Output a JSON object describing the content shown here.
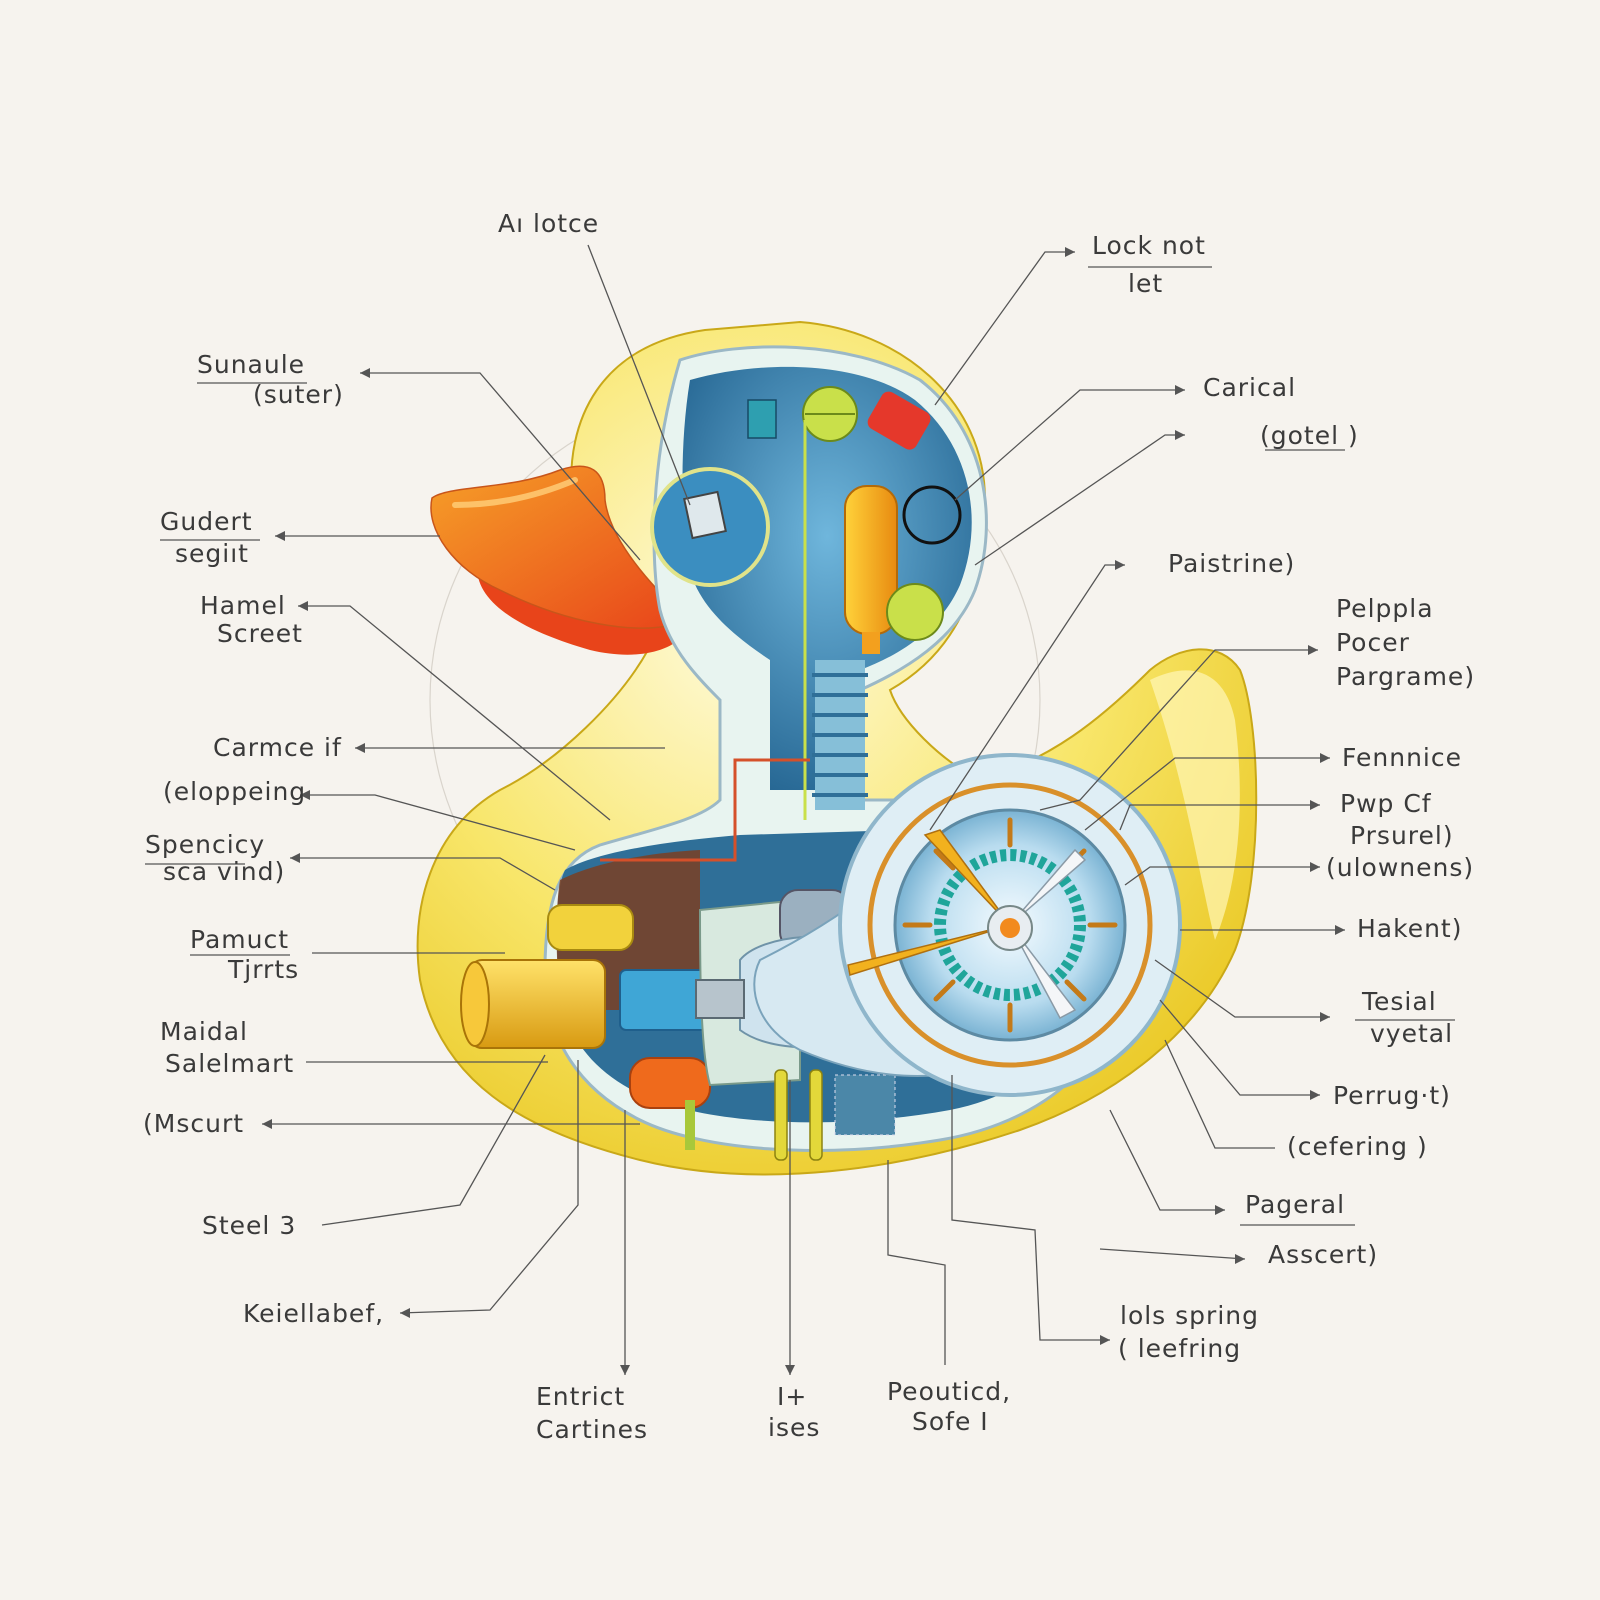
{
  "diagram": {
    "subject": "rubber duck cutaway with internal machinery",
    "colors": {
      "body_yellow": "#f6dc3a",
      "beak_orange": "#f27a16",
      "beak_red": "#e8441a",
      "interior_blue": "#2f7fb0",
      "gauge_orange": "#d9902a",
      "paper": "#f6f3ee",
      "ink": "#3a3a3a"
    },
    "labels": {
      "a_lotce": "Aı lotce",
      "lock_not_1": "Lock not",
      "lock_not_2": "let",
      "sunaule_1": "Sunaule",
      "sunaule_2": "(suter)",
      "carical": "Carical",
      "gotel": "(gotel )",
      "gudert_1": "Gudert",
      "gudert_2": "segiıt",
      "hamel_1": "Hamel",
      "hamel_2": "Screet",
      "paistrine": "Paistrine)",
      "pelppla_1": "Pelppla",
      "pelppla_2": "Pocer",
      "pelppla_3": "Pargrame)",
      "carmce": "Carmce if",
      "eloppeing": "(eloppeing",
      "fennnice": "Fennnice",
      "spencicy_1": "Spencicy",
      "spencicy_2": "sca vind)",
      "pwp_1": "Pwp Cf",
      "pwp_2": "Prsurel)",
      "ulownens": "(ulownens)",
      "hakent": "Hakent)",
      "pamuct_1": "Pamuct",
      "pamuct_2": "Tjrrts",
      "tesial_1": "Tesial",
      "tesial_2": "vyetal",
      "maidal_1": "Maidal",
      "maidal_2": "Salelmart",
      "mscurt": "(Mscurt",
      "perrug": "Perrug·t)",
      "cefering": "(cefering )",
      "steel": "Steel 3",
      "pageral": "Pageral",
      "asscert": "Asscert)",
      "keiellabef": "Keiellabef,",
      "lols_1": "lols spring",
      "lols_2": "( leefring",
      "entrict_1": "Entrict",
      "entrict_2": "Cartines",
      "it_1": "I+",
      "it_2": "ises",
      "peouticd_1": "Peouticd,",
      "peouticd_2": "Sofe I"
    }
  }
}
